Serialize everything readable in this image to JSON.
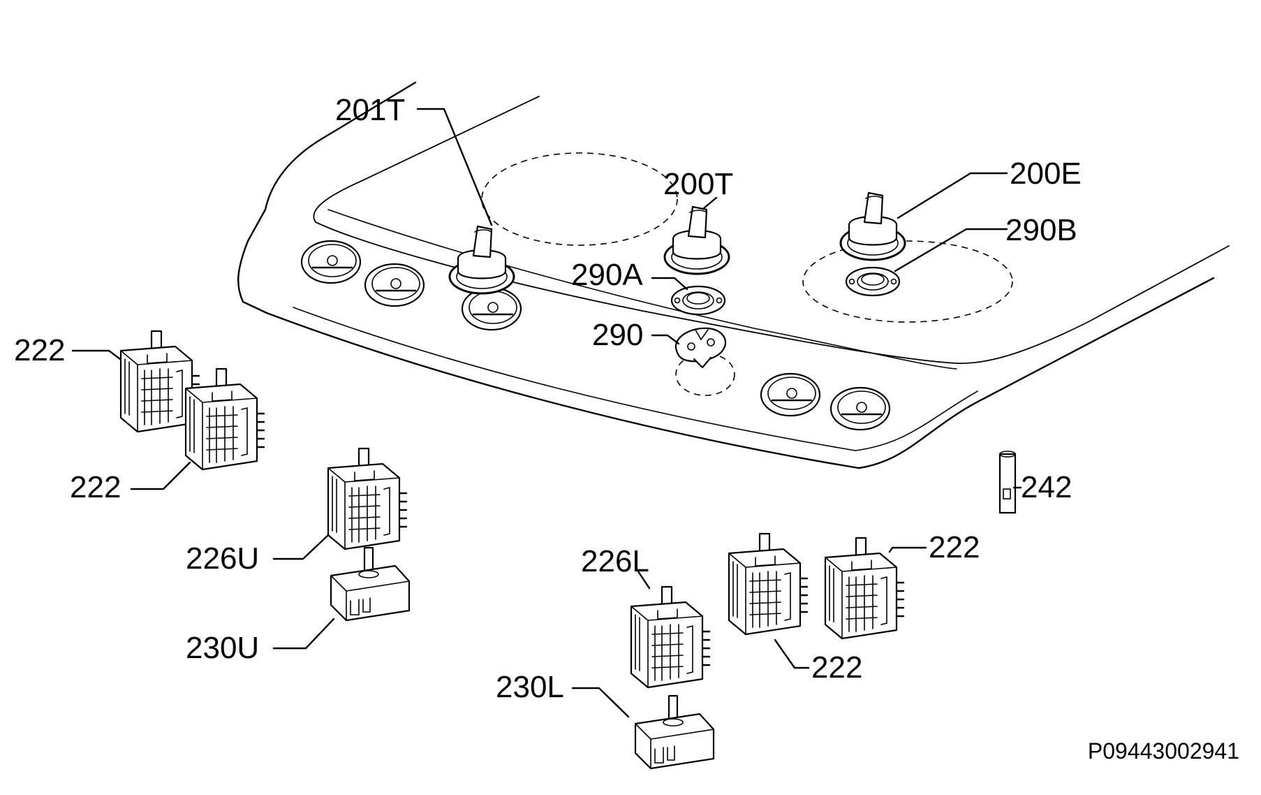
{
  "diagram": {
    "reference": "P09443002941",
    "labels": {
      "l201T": "201T",
      "l200T": "200T",
      "l200E": "200E",
      "l290B": "290B",
      "l290A": "290A",
      "l290": "290",
      "l222a": "222",
      "l222b": "222",
      "l226U": "226U",
      "l230U": "230U",
      "l226L": "226L",
      "l230L": "230L",
      "l242": "242",
      "l222c": "222",
      "l222d": "222"
    }
  }
}
